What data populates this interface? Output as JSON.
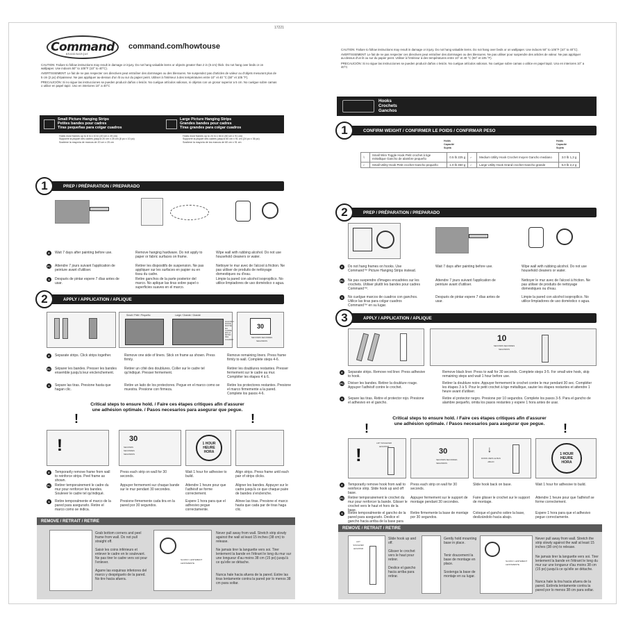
{
  "left": {
    "code": "17221",
    "logo_text": "Command",
    "logo_sub": "BRAND/MARQUE",
    "url": "command.com/howtouse",
    "warnings": [
      "CAUTION: Failure to follow instructions may result in damage or injury. Do not hang valuable items or objects greater than 2 in (5 cm) thick. Do not hang over beds or on wallpaper. Use indoors 50° to 105°F (10° to 40°C).",
      "AVERTISSEMENT: Le fait de ne pas respecter ces directives peut entraîner des dommages ou des blessures. Ne suspendez pas d'articles de valeur ou d'objets mesurant plus de 5 cm (2 po) d'épaisseur. Ne pas appliquer au-dessus d'un lit ou sur du papier peint. Utiliser à l'intérieur à des températures entre 10° et 40 °C (50° et 105 °F).",
      "PRECAUCIÓN: Si no sigue las instrucciones se pueden producir daños o lesión. No cuelgue artículos valiosos, ni objetos con un grosor superior a 5 cm. No cuelgue sobre camas o utilice en papel tapiz. Uso en interiores 10° a 40°C"
    ],
    "product_bar": {
      "small_title": [
        "Small Picture Hanging Strips",
        "Petites bandes pour cadres",
        "Tiras pequeñas para colgar cuadros"
      ],
      "large_title": [
        "Large Picture Hanging Strips",
        "Grandes bandes pour cadres",
        "Tiras grandes para colgar cuadros"
      ]
    },
    "product_notes": {
      "small": [
        "Holds most frames up to 8 in x 10 in (20 cm x 25 cm)",
        "Supporte la plupart des cadres jusqu'à 20 cm x 25 cm (8 po x 10 po)",
        "Sostiene la mayoría de marcos de 20 cm x 25 cm"
      ],
      "large": [
        "Holds most frames up to 24 in x 36 in (60 cm x 91 cm)",
        "Supporte la plupart des cadres jusqu'à 60 cm x 91 cm (24 po x 36 po)",
        "Sostiene la mayoría de los marcos de 60 cm x 91 cm"
      ]
    },
    "step1": {
      "num": "1",
      "title": "PREP / PRÉPARATION / PREPARADO",
      "cols": [
        [
          "Wait 7 days after painting before use.",
          "Attendre 7 jours suivant l'application de peinture avant d'utiliser.",
          "Después de pintar espere 7 días antes de usar."
        ],
        [
          "Remove hanging hardware. Do not apply to paper or fabric surfaces on frame.",
          "Retirer les dispositifs de suspension. Ne pas appliquer sur les surfaces en papier ou en tissu du cadre.",
          "Retire ganchos de la parte posterior del marco. No aplique las tiras sobre papel o superficies suaves en el marco."
        ],
        [
          "Wipe wall with rubbing alcohol. Do not use household cleaners or water.",
          "Nettoyer le mur avec de l'alcool à friction. Ne pas utiliser de produits de nettoyage domestiques ou d'eau.",
          "Limpie la pared con alcohol isopropílico. No utilice limpiadores de uso doméstico o agua."
        ]
      ]
    },
    "step2": {
      "num": "2",
      "title": "APPLY / APPLICATION / APLIQUE",
      "labels": {
        "small_frame": "Small / Petit / Pequeño",
        "large_frame": "Large / Grande / Grande",
        "strips_30": "30",
        "seconds": "SECONDS SECONDES SEGUNDOS",
        "side_note": "HALFWAY DOWN MOITIÉ DU CADRE EN LA MITAD DEL CUADRO"
      },
      "cols": [
        [
          "Separate strips. Click strips together.",
          "Séparer les bandes. Presser les bandes ensemble jusqu'à leur enclenchement.",
          "Separe las tiras. Presione hasta que hagan clic."
        ],
        [
          "Remove one side of liners. Stick on frame as shown. Press firmly.",
          "Retirer un côté des doublures. Coller sur le cadre tel qu'indiqué. Presser fermement.",
          "Retire un lado de los protectores. Pegue en el marco como se muestra. Presione con firmeza."
        ],
        [
          "Remove remaining liners. Press frame firmly to wall. Complete steps 4-6.",
          "Retirer les doublures restantes. Presser fermement sur le cadre au mur. Compléter les étapes 4 à 6.",
          "Retire los protectores restantes. Presione el marco firmemente a la pared. Complete los pasos 4-6."
        ]
      ]
    },
    "critical": [
      "Critical steps to ensure hold. / Faire ces étapes critiques afin d'assurer",
      "une adhésion optimale. / Pasos necesarios para asegurar que pegue."
    ],
    "steps456": {
      "labels": {
        "sec": "30",
        "sec_text": "SECONDS SECONDES SEGUNDOS",
        "hour": "1 HOUR HEURE HORA"
      },
      "cols": [
        [
          "Temporarily remove frame from wall to reinforce strips. Peel frame as shown.",
          "Retirer temporairement le cadre du mur pour renforcer les bandes. Soulever le cadre tel qu'indiqué.",
          "Retire temporalmente el marco de la pared para asegurarlo. Retire el marco como se indica."
        ],
        [
          "Press each strip on wall for 30 seconds.",
          "Appuyer fermement sur chaque bande sur le mur pendant 30 secondes.",
          "Presione firmemente cada tira en la pared por 30 segundos."
        ],
        [
          "Wait 1 hour for adhesive to build.",
          "Attendre 1 heure pour que l'adhésif se forme correctement.",
          "Espere 1 hora para que el adhesivo pegue correctamente."
        ],
        [
          "Align strips. Press frame until each pair of strips clicks.",
          "Aligner les bandes. Appuyer sur le cadre jusqu'à ce que chaque paire de bandes s'enclenche.",
          "Alinee las tiras. Presione el marco hasta que cada par de tiras haga clic."
        ]
      ]
    },
    "remove": {
      "title": "REMOVE / RETRAIT / RETIRE",
      "cols": [
        [
          "Grab bottom corners and peel frame from wall. Do not pull straight off.",
          "Saisir les coins inférieurs et enlever le cadre en le soulevant. Ne pas tirer le cadre vers soi pour l'enlever.",
          "Agarre las esquinas inferiores del marco y despéguelo de la pared. No tire hacia afuera."
        ],
        [
          "Never pull away from wall. Stretch strip slowly against the wall at least 15 inches (38 cm) to release.",
          "Ne jamais tirer la languette vers soi. Tirer lentement la bande en l'étirant le long du mur sur une longueur d'au moins 38 cm (15 po) jusqu'à ce qu'elle se détache.",
          "Nunca hale hacia afuera de la pared. Estire las tiras lentamente contra la pared por lo menos 38 cm para soltar."
        ]
      ],
      "slow": "SLOWLY LENTEMENT LENTAMENTE"
    }
  },
  "right": {
    "warnings": [
      "CAUTION: Failure to follow instructions may result in damage or injury. Do not hang valuable items. Do not hang over beds or on wallpaper. Use indoors 50° to 105°F (10° to 40°C).",
      "AVERTISSEMENT: Le fait de ne pas respecter ces directives peut entraîner des dommages ou des blessures. Ne pas utiliser pour suspendre des articles de valeur. Ne pas appliquer au-dessus d'un lit ou sur du papier peint. Utiliser à l'intérieur à des températures entre 10° et 40 °C (50° et 105 °F).",
      "PRECAUCIÓN: Si no sigue las instrucciones se pueden producir daños o lesión. No cuelgue artículos valiosos. No cuelgue sobre camas o utilice en papel tapiz. Uso en interiores 10° a 40°C"
    ],
    "hooks_bar": [
      "Hooks",
      "Crochets",
      "Ganchos"
    ],
    "step1": {
      "num": "1",
      "title": "CONFIRM WEIGHT / CONFIRMER LE POIDS / CONFIRMAR PESO",
      "holds_header": "Holds Capacité Sujeta",
      "rows": [
        {
          "left_name": "Small Wire Toggle Hook Petit crochet à tige métallique Gancho de alambre pequeño",
          "left_w": "0.5 lb 225 g",
          "right_name": "Medium Utility Hook Crochet moyen Gancho mediano",
          "right_w": "3.0 lb 1,3 g"
        },
        {
          "left_name": "Small Utility Hook Petit crochet Gancho pequeño",
          "left_w": "1.0 lb 450 g",
          "right_name": "Large Utility Hook Grand crochet Gancho grande",
          "right_w": "5.0 lb 2,2 g"
        }
      ]
    },
    "step2": {
      "num": "2",
      "title": "PREP / PRÉPARATION / PREPARADO",
      "cols": [
        [
          "Do not hang frames on hooks. Use Command™ Picture Hanging Strips instead.",
          "Ne pas suspendre d'images encadrées sur les crochets. Utiliser plutôt les bandes pour cadres Command™.",
          "No cuelgue marcos de cuadros con ganchos. Utilice las tiras para colgar cuadros Command™ en su lugar."
        ],
        [
          "Wait 7 days after painting before use.",
          "Attendre 7 jours suivant l'application de peinture avant d'utiliser.",
          "Después de pintar espere 7 días antes de usar."
        ],
        [
          "Wipe wall with rubbing alcohol. Do not use household cleaners or water.",
          "Nettoyer le mur avec de l'alcool à friction. Ne pas utiliser de produits de nettoyage domestiques ou d'eau.",
          "Limpie la pared con alcohol isopropílico. No utilice limpiadores de uso doméstico o agua."
        ]
      ]
    },
    "step3": {
      "num": "3",
      "title": "APPLY / APPLICATION / APLIQUE",
      "labels": {
        "sec": "10",
        "sec_text": "SECONDS SECONDES SEGUNDOS"
      },
      "cols": [
        [
          "Separate strips. Remove red liner. Press adhesive to hook.",
          "Diviser les bandes. Retirer la doublure rouge. Appuyer l'adhésif contre le crochet.",
          "Separe las tiras. Retire el protector rojo. Presione el adhesivo en el gancho."
        ],
        [
          "Remove black liner. Press to wall for 30 seconds. Complete steps 3-5. For small wire hook, skip remaining steps and wait 1 hour before use.",
          "Retirer la doublure noire. Appuyer fermement le crochet contre le mur pendant 30 sec. Compléter les étapes 3 à 5. Pour le petit crochet à tige métallique, sauter les étapes restantes et attendre 1 heure avant d'utiliser.",
          "Retire el protector negro. Presione por 10 segundos. Complete los pasos 3-5. Para el gancho de alambre pequeño, omita los pasos restantes y espere 1 hora antes de usar."
        ]
      ]
    },
    "critical": [
      "Critical steps to ensure hold. / Faire ces étapes critiques afin d'assurer",
      "une adhésion optimale. / Pasos necesarios para asegurar que pegue."
    ],
    "steps456": {
      "labels": {
        "lift": "LIFT SOULEVER LEVANTAR",
        "sec": "30",
        "sec_text": "SECONDS SECONDES SEGUNDOS",
        "down": "DOWN VERS LE BAS ABAJO",
        "hour": "1 HOUR HEURE HORA"
      },
      "cols": [
        [
          "Temporarily remove hook from wall to reinforce strip. Slide hook up and off base.",
          "Retirer temporairement le crochet du mur pour renforcer la bande. Glisser le crochet vers le haut et hors de la base.",
          "Retire temporalmente el gancho de la pared para asegurarlo. Deslice el gancho hacia arriba de la base para retirarlo."
        ],
        [
          "Press each strip on wall for 30 seconds.",
          "Appuyer fermement sur le support de montage pendant 30 secondes.",
          "Retire firmemente la base de montaje por 30 segundos."
        ],
        [
          "Slide hook back on base.",
          "Faire glisser le crochet sur le support de montage.",
          "Coloque el gancho sobre la base, deslizándolo hacia abajo."
        ],
        [
          "Wait 1 hour for adhesive to build.",
          "Attendre 1 heure pour que l'adhésif se forme correctement.",
          "Espere 1 hora para que el adhesivo pegue correctamente."
        ]
      ]
    },
    "remove": {
      "title": "REMOVE / RETRAIT / RETIRE",
      "cols": [
        [
          "Slide hook up and off.",
          "Glisser le crochet vers le haut pour retirer.",
          "Deslice el gancho hacia arriba para retirar."
        ],
        [
          "Gently hold mounting base in place.",
          "Tenir doucement la base de montage en place.",
          "Sostenga la base de montaje en su lugar."
        ],
        [
          "Never pull away from wall. Stretch the strip slowly against the wall at least 15 inches (38 cm) to release.",
          "Ne jamais tirer la languette vers soi. Tirer lentement la bande en l'étirant le long du mur sur une longueur d'au moins 38 cm (15 po) jusqu'à ce qu'elle se détache.",
          "Nunca hale la tira hacia afuera de la pared. Estírela lentamente contra la pared por lo menos 38 cm para soltar."
        ]
      ],
      "lift": "LIFT SOULEVER LEVANTAR",
      "slow": "SLOWLY LENTEMENT LENTAMENTE"
    }
  }
}
